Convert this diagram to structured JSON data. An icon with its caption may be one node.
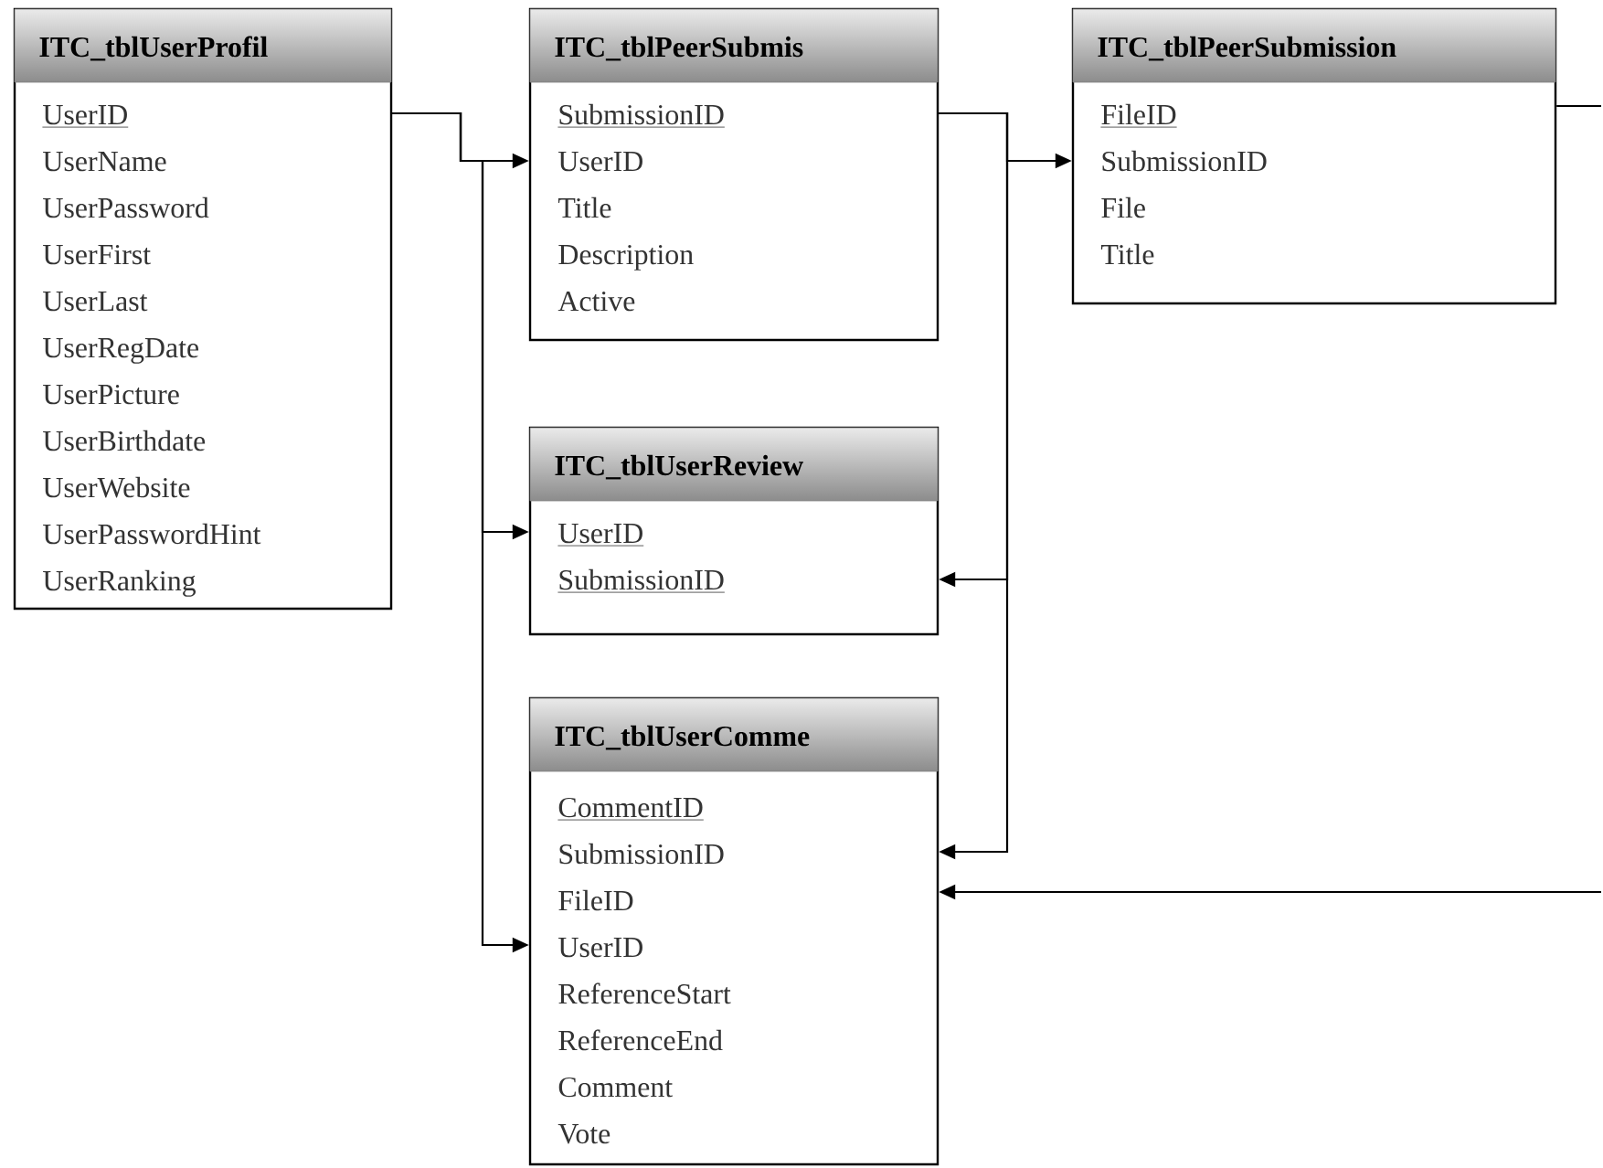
{
  "diagram": {
    "nodes": [
      {
        "text": [
          "ITC_tblUserProfil",
          "UserID",
          "UserName",
          "UserPassword",
          "UserFirst",
          "UserLast",
          "UserRegDate",
          "UserPicture",
          "UserBirthdate",
          "UserWebsite",
          "UserPasswordHint",
          "UserRanking"
        ]
      },
      {
        "text": [
          "ITC_tblPeerSubmis",
          "SubmissionID",
          "UserID",
          "Title",
          "Description",
          "Active"
        ]
      },
      {
        "text": [
          "ITC_tblPeerSubmission",
          "FileID",
          "SubmissionID",
          "File",
          "Title"
        ]
      },
      {
        "text": [
          "ITC_tblUserReview",
          "UserID",
          "SubmissionID"
        ]
      },
      {
        "text": [
          "ITC_tblUserComme",
          "CommentID",
          "SubmissionID",
          "FileID",
          "UserID",
          "ReferenceStart",
          "ReferenceEnd",
          "Comment",
          "Vote"
        ]
      }
    ],
    "edges": [
      {
        "from": 0,
        "to": 1,
        "arrow": "to"
      },
      {
        "from": 0,
        "to": 3,
        "arrow": "to"
      },
      {
        "from": 0,
        "to": 4,
        "arrow": "to"
      },
      {
        "from": 1,
        "to": 2,
        "arrow": "to"
      },
      {
        "from": 1,
        "to": 3,
        "arrow": "to"
      },
      {
        "from": 1,
        "to": 4,
        "arrow": "to"
      },
      {
        "from": 2,
        "to": null,
        "arrow": "none"
      },
      {
        "from": null,
        "to": 4,
        "arrow": "to"
      }
    ]
  }
}
